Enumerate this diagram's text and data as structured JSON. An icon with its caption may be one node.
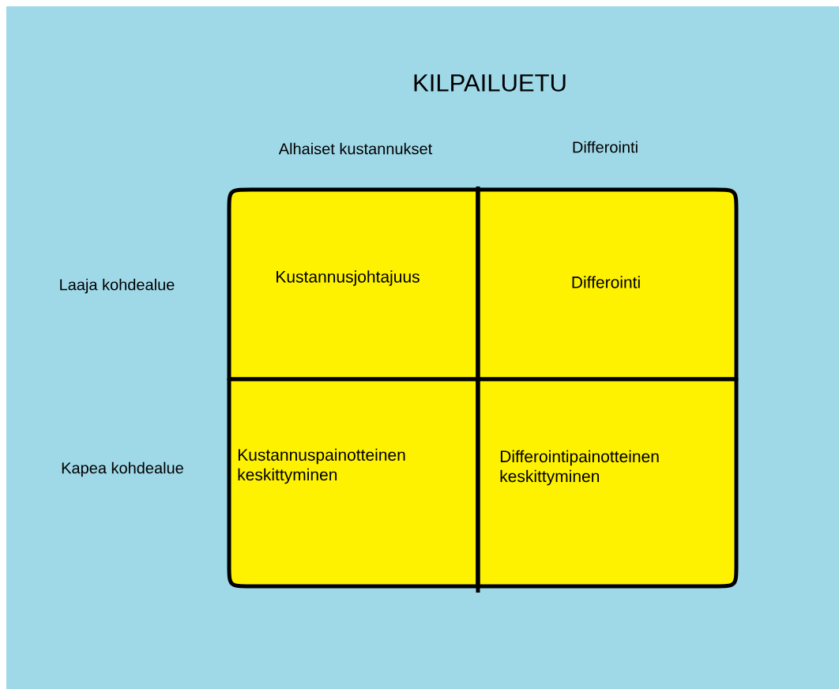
{
  "diagram": {
    "title": "KILPAILUETU",
    "nodes": [
      {
        "text": [
          "Kustannusjohtajuus"
        ]
      },
      {
        "text": [
          "Differointi"
        ]
      },
      {
        "text": [
          "Kustannuspainotteinen keskittyminen"
        ]
      },
      {
        "text": [
          "Differointipainotteinen keskittyminen"
        ]
      }
    ],
    "labels": [
      "Alhaiset kustannukset",
      "Differointi",
      "Laaja kohdealue",
      "Kapea kohdealue"
    ]
  }
}
